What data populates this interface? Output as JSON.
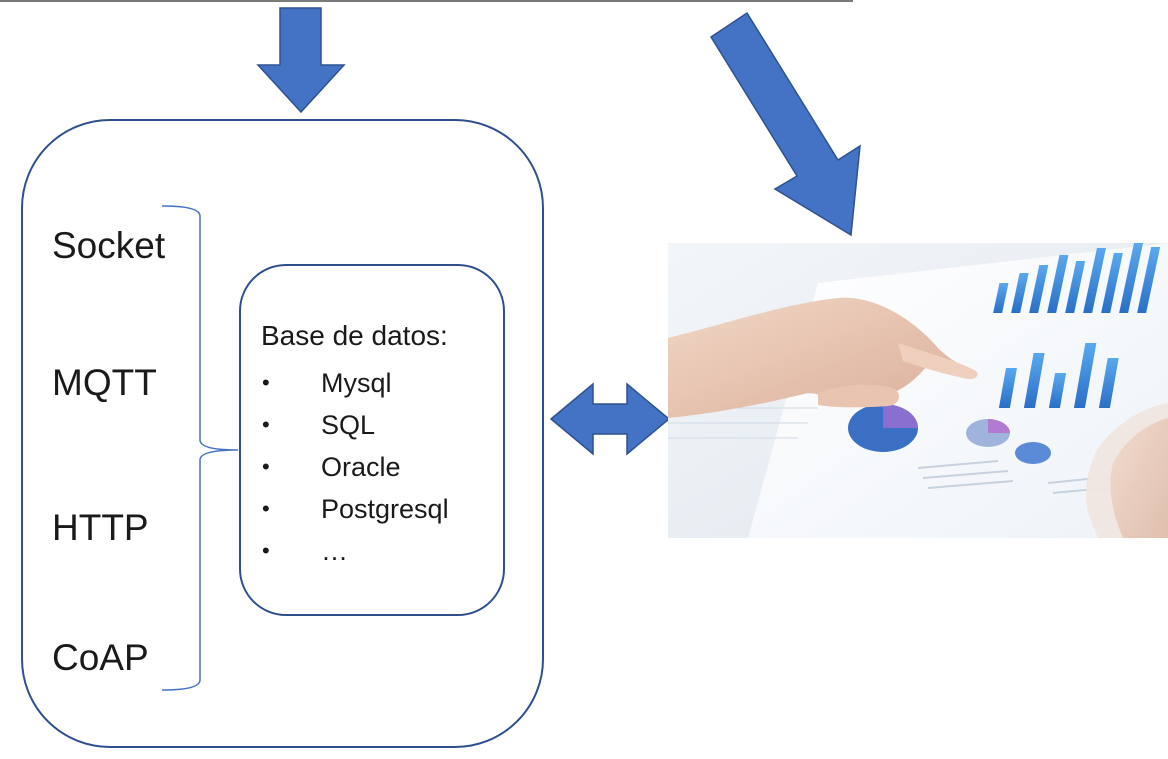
{
  "protocols": [
    "Socket",
    "MQTT",
    "HTTP",
    "CoAP"
  ],
  "database": {
    "title": "Base de datos:",
    "items": [
      "Mysql",
      "SQL",
      "Oracle",
      "Postgresql",
      "…"
    ]
  },
  "colors": {
    "arrow": "#4472c4",
    "box_stroke": "#2f4f8f",
    "brace": "#4472c4"
  }
}
